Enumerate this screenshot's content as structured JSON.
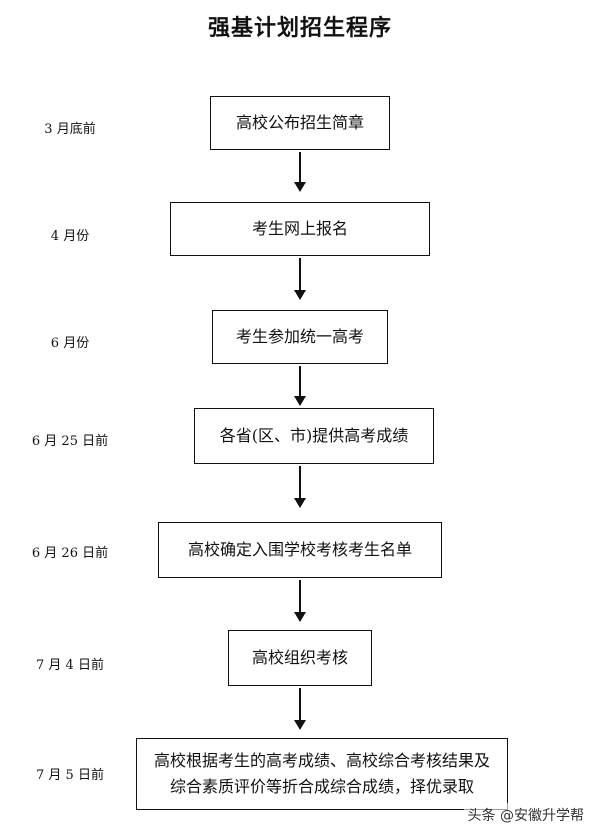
{
  "title": "强基计划招生程序",
  "steps": [
    {
      "date": "3 月底前",
      "text": "高校公布招生简章"
    },
    {
      "date": "4 月份",
      "text": "考生网上报名"
    },
    {
      "date": "6 月份",
      "text": "考生参加统一高考"
    },
    {
      "date": "6 月 25 日前",
      "text": "各省(区、市)提供高考成绩"
    },
    {
      "date": "6 月 26 日前",
      "text": "高校确定入围学校考核考生名单"
    },
    {
      "date": "7 月 4 日前",
      "text": "高校组织考核"
    },
    {
      "date": "7 月 5 日前",
      "text": "高校根据考生的高考成绩、高校综合考核结果及综合素质评价等折合成综合成绩，择优录取"
    }
  ],
  "watermark": "头条 @安徽升学帮"
}
